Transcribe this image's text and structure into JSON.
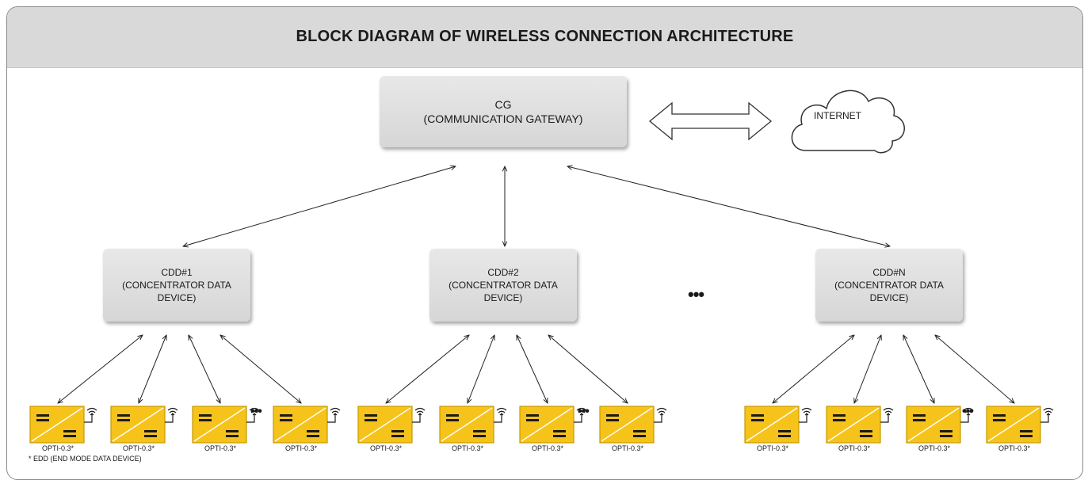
{
  "title": "BLOCK DIAGRAM OF WIRELESS CONNECTION ARCHITECTURE",
  "gateway": {
    "line1": "CG",
    "line2": "(COMMUNICATION GATEWAY)"
  },
  "internet": {
    "label": "INTERNET"
  },
  "concentrators": [
    {
      "line1": "CDD#1",
      "line2": "(CONCENTRATOR DATA DEVICE)"
    },
    {
      "line1": "CDD#2",
      "line2": "(CONCENTRATOR DATA DEVICE)"
    },
    {
      "line1": "CDD#N",
      "line2": "(CONCENTRATOR DATA DEVICE)"
    }
  ],
  "end_device_label": "OPTI-0.3*",
  "devices_per_group": 4,
  "ellipsis": "•••",
  "footnote": "* EDD (END MODE DATA DEVICE)",
  "colors": {
    "header_bg": "#d9d9d9",
    "box_bg": "#dcdcdc",
    "device_fill": "#f6c31b",
    "device_border": "#c99a00",
    "arrow": "#222222"
  },
  "icons": {
    "device": "inverter-device-icon",
    "wireless": "wireless-signal-icon",
    "cloud": "cloud-icon"
  }
}
